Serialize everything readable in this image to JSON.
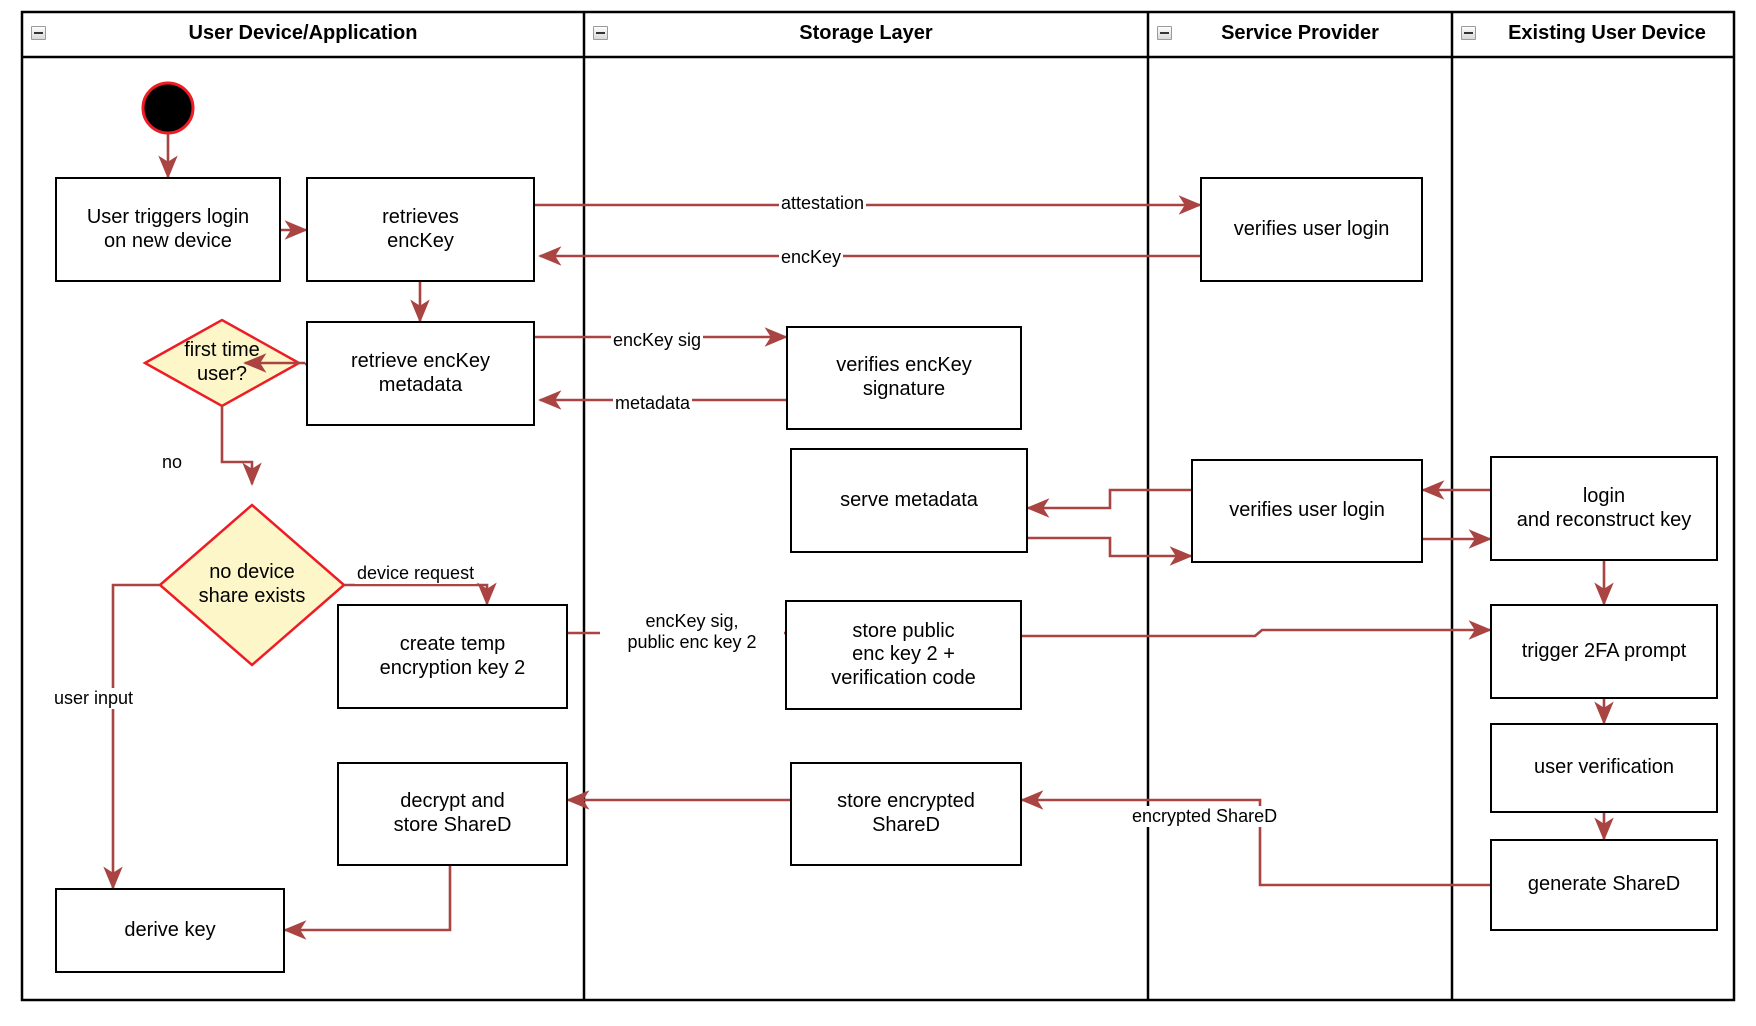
{
  "diagram": {
    "type": "uml-activity-swimlane",
    "title": "Key recovery / new device login flow",
    "colors": {
      "lane_border": "#000000",
      "node_border": "#000000",
      "node_fill": "#ffffff",
      "decision_fill": "#fdf6c8",
      "decision_border": "#ee1c25",
      "edge": "#a94442",
      "start_fill": "#000000",
      "start_border": "#ee1c25",
      "text": "#000000"
    },
    "lanes": [
      {
        "id": "lane-user-device",
        "label": "User Device/Application",
        "collapse_icon": "minus-box-icon"
      },
      {
        "id": "lane-storage-layer",
        "label": "Storage Layer",
        "collapse_icon": "minus-box-icon"
      },
      {
        "id": "lane-service-provider",
        "label": "Service Provider",
        "collapse_icon": "minus-box-icon"
      },
      {
        "id": "lane-existing-user-device",
        "label": "Existing User Device",
        "collapse_icon": "minus-box-icon"
      }
    ],
    "nodes": [
      {
        "id": "start",
        "lane": "lane-user-device",
        "kind": "initial-node",
        "label": ""
      },
      {
        "id": "user-triggers-login",
        "lane": "lane-user-device",
        "kind": "action",
        "label": "User triggers login\non new device"
      },
      {
        "id": "retrieves-enckey",
        "lane": "lane-user-device",
        "kind": "action",
        "label": "retrieves\nencKey"
      },
      {
        "id": "retrieve-enckey-metadata",
        "lane": "lane-user-device",
        "kind": "action",
        "label": "retrieve encKey\nmetadata"
      },
      {
        "id": "first-time-user",
        "lane": "lane-user-device",
        "kind": "decision",
        "label": "first time\nuser?"
      },
      {
        "id": "no-device-share-exists",
        "lane": "lane-user-device",
        "kind": "decision",
        "label": "no device\nshare exists"
      },
      {
        "id": "create-temp-encryption-key-2",
        "lane": "lane-user-device",
        "kind": "action",
        "label": "create temp\nencryption key 2"
      },
      {
        "id": "decrypt-and-store-shared",
        "lane": "lane-user-device",
        "kind": "action",
        "label": "decrypt and\nstore ShareD"
      },
      {
        "id": "derive-key",
        "lane": "lane-user-device",
        "kind": "action",
        "label": "derive key"
      },
      {
        "id": "verifies-enckey-signature",
        "lane": "lane-storage-layer",
        "kind": "action",
        "label": "verifies encKey\nsignature"
      },
      {
        "id": "serve-metadata",
        "lane": "lane-storage-layer",
        "kind": "action",
        "label": "serve metadata"
      },
      {
        "id": "store-public-enc-key-2",
        "lane": "lane-storage-layer",
        "kind": "action",
        "label": "store public\nenc key 2 +\nverification code"
      },
      {
        "id": "store-encrypted-shared",
        "lane": "lane-storage-layer",
        "kind": "action",
        "label": "store encrypted\nShareD"
      },
      {
        "id": "verifies-user-login-1",
        "lane": "lane-service-provider",
        "kind": "action",
        "label": "verifies user login"
      },
      {
        "id": "verifies-user-login-2",
        "lane": "lane-service-provider",
        "kind": "action",
        "label": "verifies user login"
      },
      {
        "id": "login-and-reconstruct-key",
        "lane": "lane-existing-user-device",
        "kind": "action",
        "label": "login\nand reconstruct key"
      },
      {
        "id": "trigger-2fa-prompt",
        "lane": "lane-existing-user-device",
        "kind": "action",
        "label": "trigger 2FA prompt"
      },
      {
        "id": "user-verification",
        "lane": "lane-existing-user-device",
        "kind": "action",
        "label": "user verification"
      },
      {
        "id": "generate-shared",
        "lane": "lane-existing-user-device",
        "kind": "action",
        "label": "generate ShareD"
      }
    ],
    "edge_labels": [
      {
        "id": "edge-attestation",
        "label": "attestation"
      },
      {
        "id": "edge-enckey",
        "label": "encKey"
      },
      {
        "id": "edge-enckey-sig",
        "label": "encKey sig"
      },
      {
        "id": "edge-metadata",
        "label": "metadata"
      },
      {
        "id": "edge-no",
        "label": "no"
      },
      {
        "id": "edge-device-request",
        "label": "device request"
      },
      {
        "id": "edge-user-input",
        "label": "user input"
      },
      {
        "id": "edge-enckey-sig-public-enc-key-2",
        "label": "encKey sig,\npublic enc key 2"
      },
      {
        "id": "edge-encrypted-shared",
        "label": "encrypted ShareD"
      }
    ]
  }
}
